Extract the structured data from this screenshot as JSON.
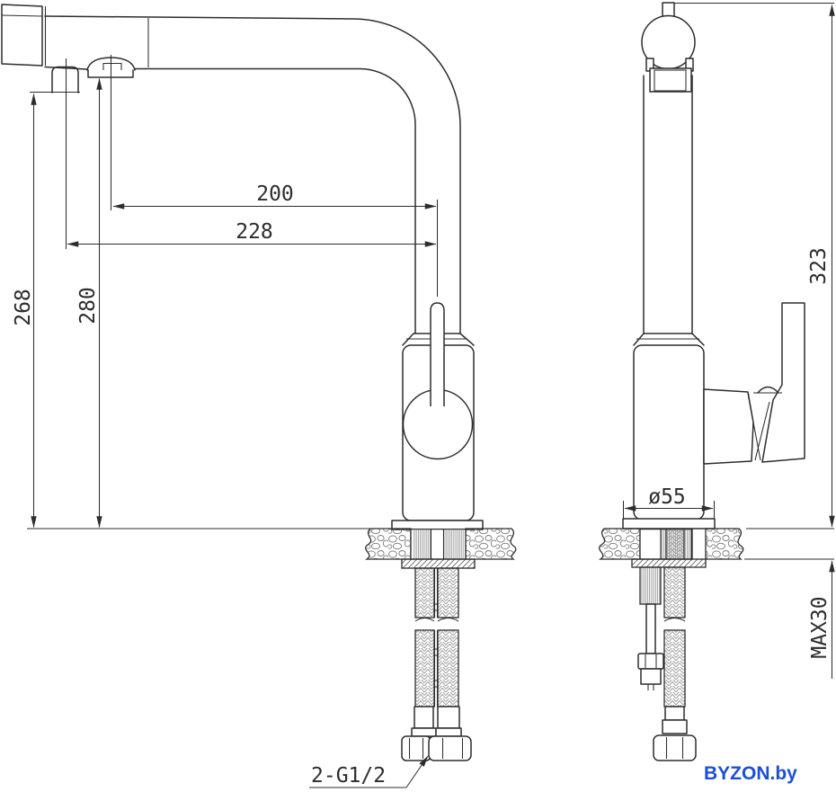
{
  "drawing": {
    "title": "kitchen-faucet-dimension-drawing",
    "dims": {
      "reach": "200",
      "total_reach": "228",
      "outlet_height": "268",
      "underside_height": "280",
      "overall_height": "323",
      "base_diameter": "ø55",
      "max_mount_thickness": "MAX30",
      "connection": "2-G1/2"
    }
  },
  "watermark": {
    "text": "BYZON.by",
    "color": "#1c4fd6"
  },
  "style": {
    "line_color": "#2d2d2d",
    "background": "#ffffff"
  }
}
